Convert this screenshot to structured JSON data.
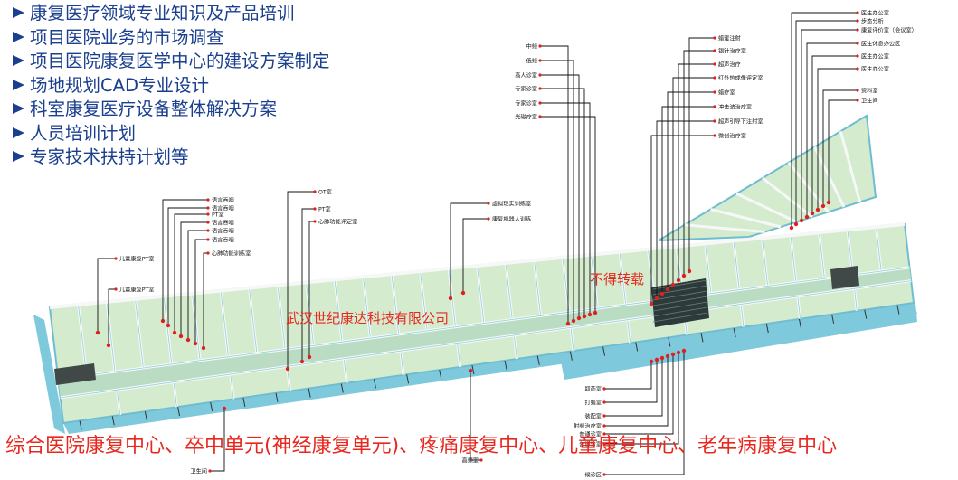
{
  "bullets": [
    "康复医疗领域专业知识及产品培训",
    "项目医院业务的市场调查",
    "项目医院康复医学中心的建设方案制定",
    "场地规划CAD专业设计",
    "科室康复医疗设备整体解决方案",
    "人员培训计划",
    "专家技术扶持计划等"
  ],
  "caption": "综合医院康复中心、卒中单元(神经康复单元)、疼痛康复中心、儿童康复中心、老年病康复中心",
  "watermark_company": "武汉世纪康达科技有限公司",
  "watermark_notice": "不得转载",
  "labels": {
    "left_top": [
      "语言吞咽",
      "语言吞咽",
      "PT室",
      "语言吞咽",
      "语言吞咽",
      "语言吞咽",
      "心肺功能训练室"
    ],
    "child_pt": [
      "儿童康复PT室",
      "儿童康复PT室"
    ],
    "ot_group": [
      "OT室",
      "PT室",
      "心肺功能评定室"
    ],
    "vr_group": [
      "虚拟现实训练室",
      "康复机器人训练"
    ],
    "center_left": [
      "中频",
      "低频",
      "高人诊室",
      "专家诊室",
      "专家诊室",
      "光磁疗室"
    ],
    "center_right": [
      "蜡蜜注射",
      "银针治疗室",
      "超声治疗",
      "红外热成像评定室",
      "蜡疗室",
      "冲击波治疗室",
      "超声引导下注射室",
      "微创治疗室"
    ],
    "right": [
      "医生办公室",
      "步态分析",
      "康复评价室（会议室）",
      "医生休息办公区",
      "医生办公室",
      "医生办公室",
      "资料室",
      "卫生间"
    ],
    "bottom": [
      "取药室",
      "打蜡室",
      "装配室",
      "射频治疗室",
      "普通诊室",
      "普通诊室",
      "候诊区"
    ],
    "bottom_left": [
      "卫生间",
      "高频室"
    ]
  },
  "colors": {
    "bullet_text": "#1b3f8f",
    "caption": "#e8281e",
    "floor": "#d4ebcd",
    "floor_shade": "#b9dcc3",
    "wall": "#f5f8f7",
    "wall_side": "#7fc9dd",
    "leader": "#111111",
    "dot": "#e02020"
  }
}
